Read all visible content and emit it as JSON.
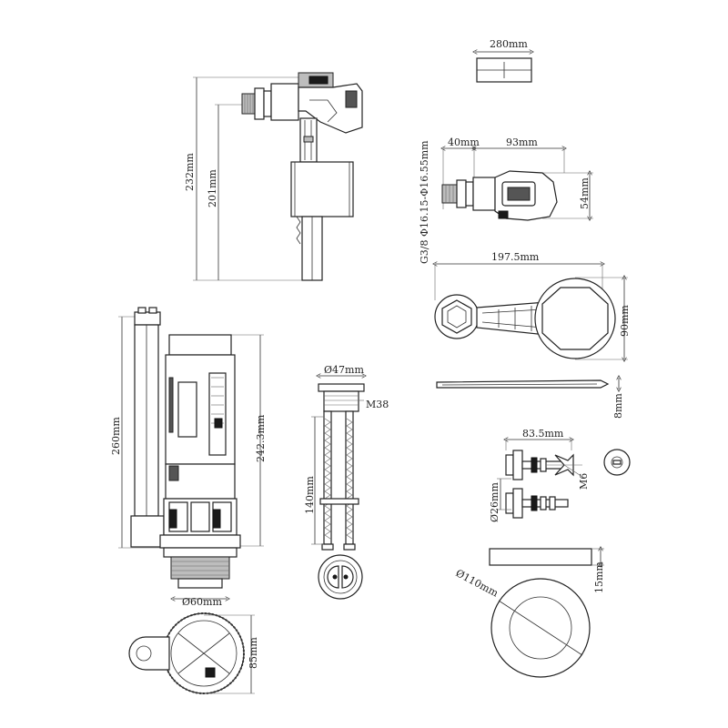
{
  "dimensions": {
    "fill_valve_height": "232mm",
    "fill_valve_inner_height": "201mm",
    "top_width": "280mm",
    "inlet_length": "40mm",
    "valve_body_length": "93mm",
    "thread_spec": "G3/8  Φ16.15-Φ16.55mm",
    "valve_body_height": "54mm",
    "spanner_length": "197.5mm",
    "spanner_height": "90mm",
    "plate_thickness": "8mm",
    "flush_valve_height": "260mm",
    "flush_valve_inner_height": "242.3mm",
    "flush_valve_diameter": "Ø60mm",
    "flush_base_height": "85mm",
    "button_diameter": "Ø47mm",
    "button_thread": "M38",
    "cable_length": "140mm",
    "bolt_length": "83.5mm",
    "bolt_thread": "M6",
    "washer_diameter": "Ø26mm",
    "seal_thickness": "15mm",
    "seal_diameter": "Ø110mm"
  }
}
